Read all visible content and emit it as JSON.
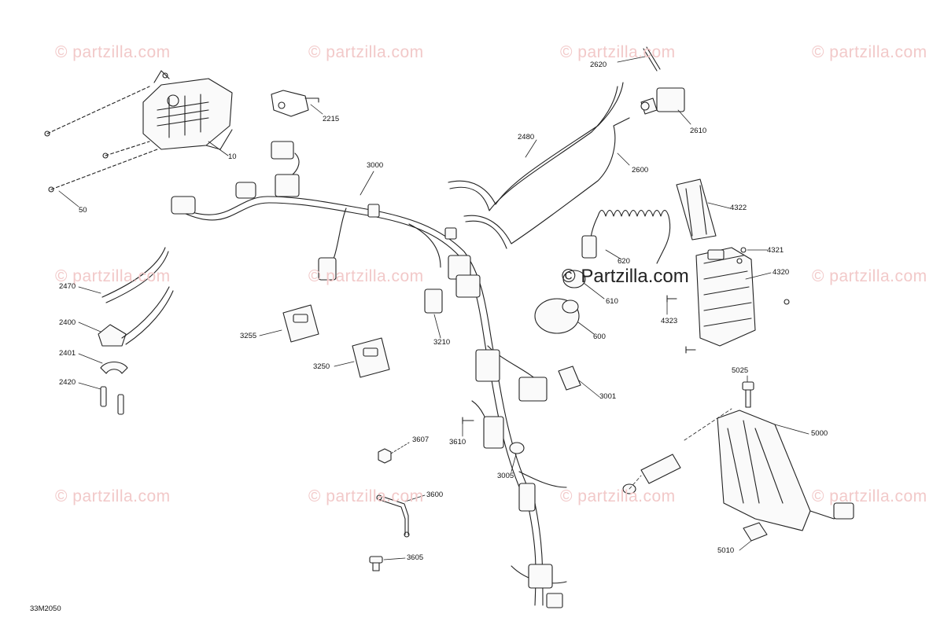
{
  "watermark": {
    "text": "© Partzilla.com",
    "small_text": "© partzilla.com"
  },
  "drawing_code": "33M2050",
  "callouts": {
    "p10": "10",
    "p50": "50",
    "p2215": "2215",
    "p3000": "3000",
    "p2480": "2480",
    "p2600": "2600",
    "p2620": "2620",
    "p2610": "2610",
    "p4322": "4322",
    "p4321": "4321",
    "p4320": "4320",
    "p4323": "4323",
    "p620": "620",
    "p610": "610",
    "p600": "600",
    "p2470": "2470",
    "p2400": "2400",
    "p2401": "2401",
    "p2420": "2420",
    "p3255": "3255",
    "p3250": "3250",
    "p3210": "3210",
    "p3001": "3001",
    "p3610": "3610",
    "p3005": "3005",
    "p3607": "3607",
    "p3600": "3600",
    "p3605": "3605",
    "p5025": "5025",
    "p5000": "5000",
    "p5010": "5010"
  }
}
